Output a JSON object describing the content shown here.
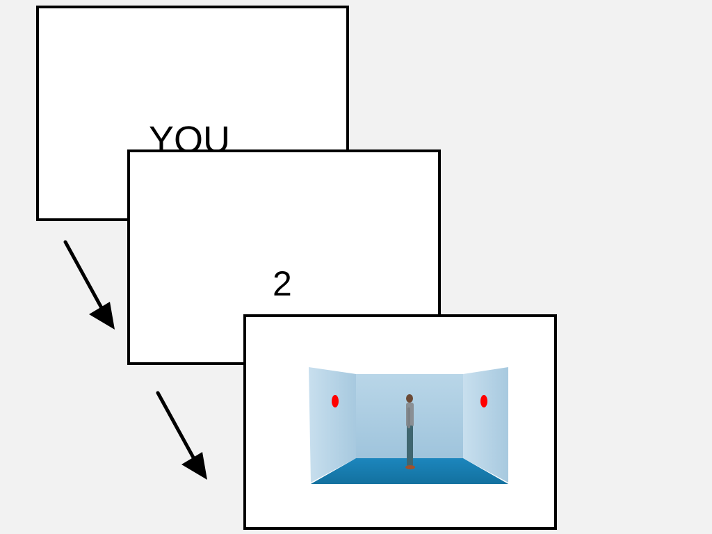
{
  "frames": [
    {
      "text": "YOU"
    },
    {
      "text": "2"
    },
    {
      "image": "avatar-room-scene"
    }
  ],
  "colors": {
    "background": "#f2f2f2",
    "frame_fill": "#ffffff",
    "frame_border": "#000000",
    "wall": "#a9cbe0",
    "floor": "#1a7fb5",
    "target_dot": "#ff0000"
  }
}
